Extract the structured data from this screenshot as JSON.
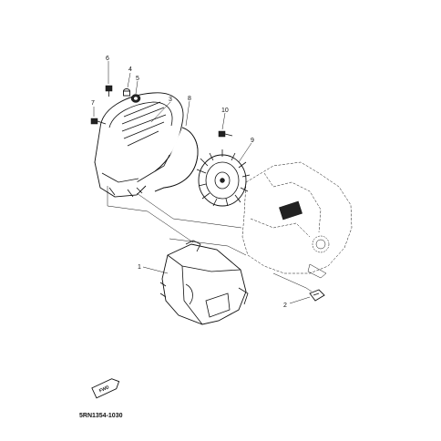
{
  "diagram": {
    "callouts": {
      "c1": "1",
      "c2": "2",
      "c3": "3",
      "c4": "4",
      "c5": "5",
      "c6": "6",
      "c7": "7",
      "c8": "8",
      "c9": "9",
      "c10": "10"
    },
    "fwd_label": "FWD",
    "drawing_code": "5RN1354-1030"
  }
}
